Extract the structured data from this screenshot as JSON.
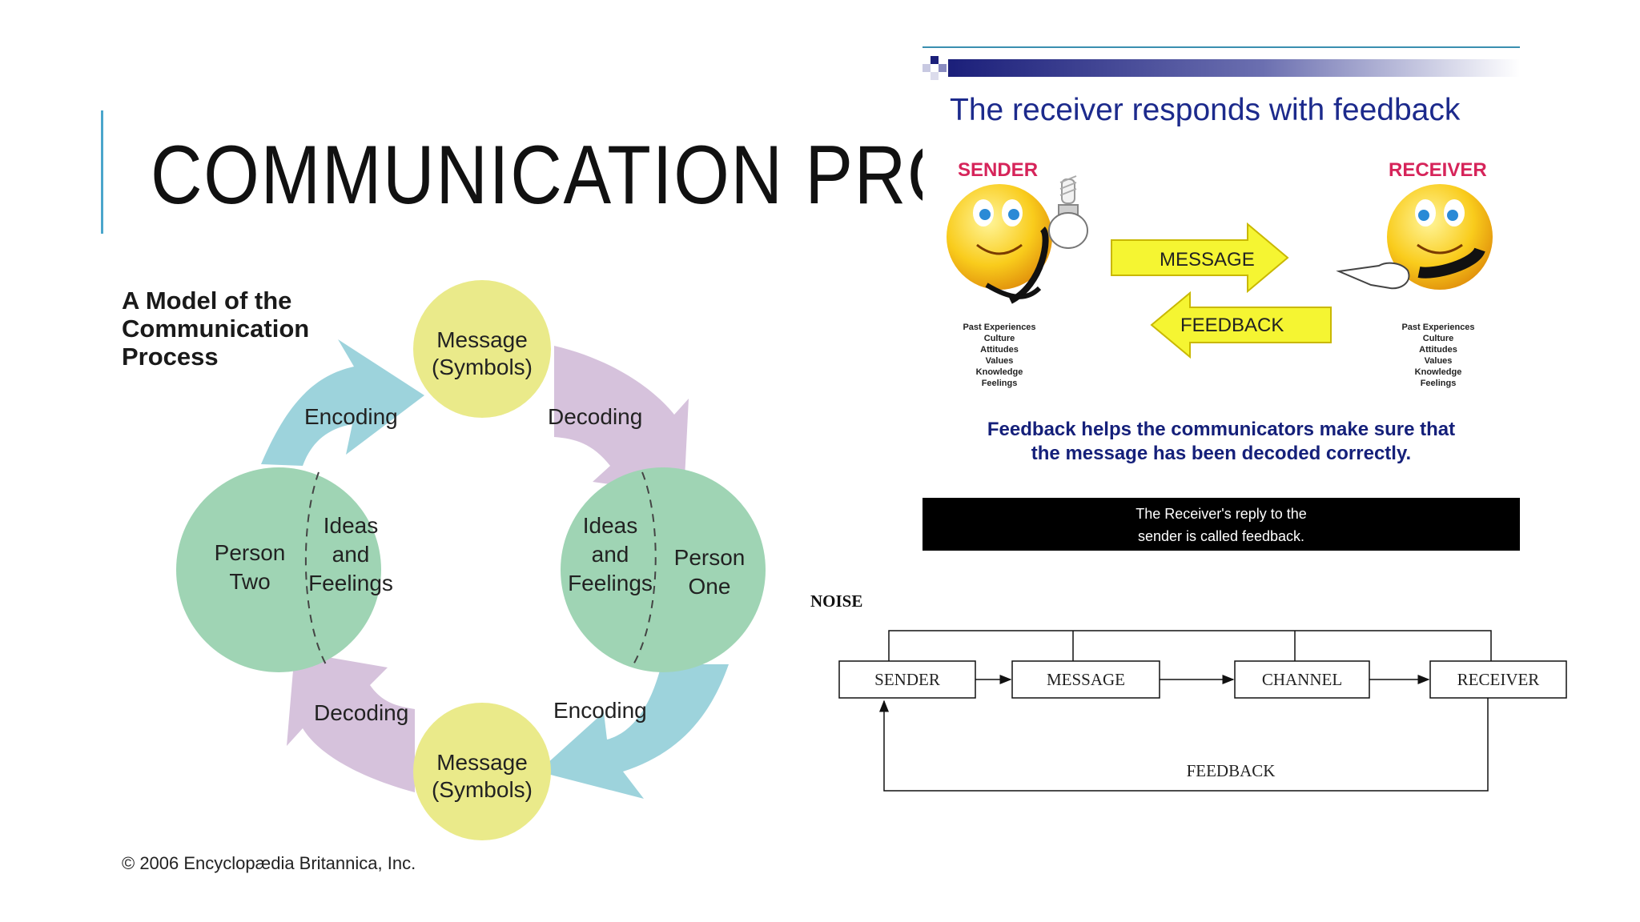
{
  "slide": {
    "title": "COMMUNICATION PROCESS"
  },
  "model": {
    "heading_lines": [
      "A Model of the",
      "Communication",
      "Process"
    ],
    "message_top": [
      "Message",
      "(Symbols)"
    ],
    "message_bottom": [
      "Message",
      "(Symbols)"
    ],
    "arrow_encoding_top": "Encoding",
    "arrow_decoding_top": "Decoding",
    "arrow_encoding_bottom": "Encoding",
    "arrow_decoding_bottom": "Decoding",
    "person_two": {
      "name_lines": [
        "Person",
        "Two"
      ],
      "ideas_lines": [
        "Ideas",
        "and",
        "Feelings"
      ]
    },
    "person_one": {
      "ideas_lines": [
        "Ideas",
        "and",
        "Feelings"
      ],
      "name_lines": [
        "Person",
        "One"
      ]
    },
    "copyright": "© 2006 Encyclopædia Britannica, Inc.",
    "colors": {
      "circle": "#9fd4b4",
      "message": "#eaea8a",
      "encoding": "#9dd3dc",
      "decoding": "#d6c2dc"
    }
  },
  "feedback_panel": {
    "heading": "The receiver responds with feedback",
    "sender_label": "SENDER",
    "receiver_label": "RECEIVER",
    "message_arrow": "MESSAGE",
    "feedback_arrow": "FEEDBACK",
    "sender_traits": [
      "Past Experiences",
      "Culture",
      "Attitudes",
      "Values",
      "Knowledge",
      "Feelings"
    ],
    "receiver_traits": [
      "Past Experiences",
      "Culture",
      "Attitudes",
      "Values",
      "Knowledge",
      "Feelings"
    ],
    "bold_caption_lines": [
      "Feedback helps the communicators make sure that",
      "the message has been decoded correctly."
    ],
    "footer_lines": [
      "The Receiver's reply to the",
      "sender is called feedback."
    ],
    "colors": {
      "heading": "#1c2a8c",
      "label_red": "#d6245a",
      "arrow_fill": "#f5f532",
      "footer_bg": "#000000"
    }
  },
  "noise_model": {
    "noise_label": "NOISE",
    "boxes": [
      "SENDER",
      "MESSAGE",
      "CHANNEL",
      "RECEIVER"
    ],
    "feedback_label": "FEEDBACK"
  }
}
